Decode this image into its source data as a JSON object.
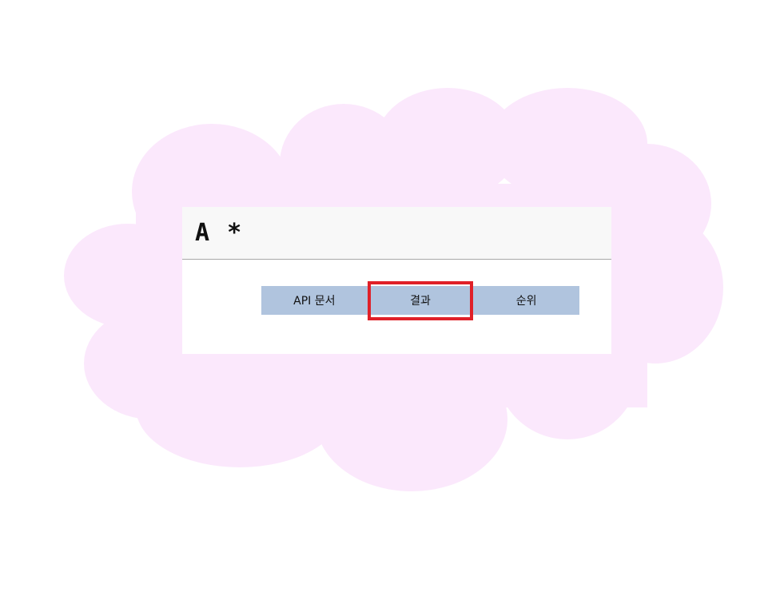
{
  "app": {
    "title": "A *"
  },
  "nav": {
    "items": [
      {
        "label": "API 문서"
      },
      {
        "label": "결과",
        "selected": true
      },
      {
        "label": "순위"
      }
    ]
  },
  "colors": {
    "background_cloud": "#fbe8fc",
    "header_bg": "#f8f8f8",
    "nav_bg": "#b0c4de",
    "highlight": "#e02028"
  }
}
